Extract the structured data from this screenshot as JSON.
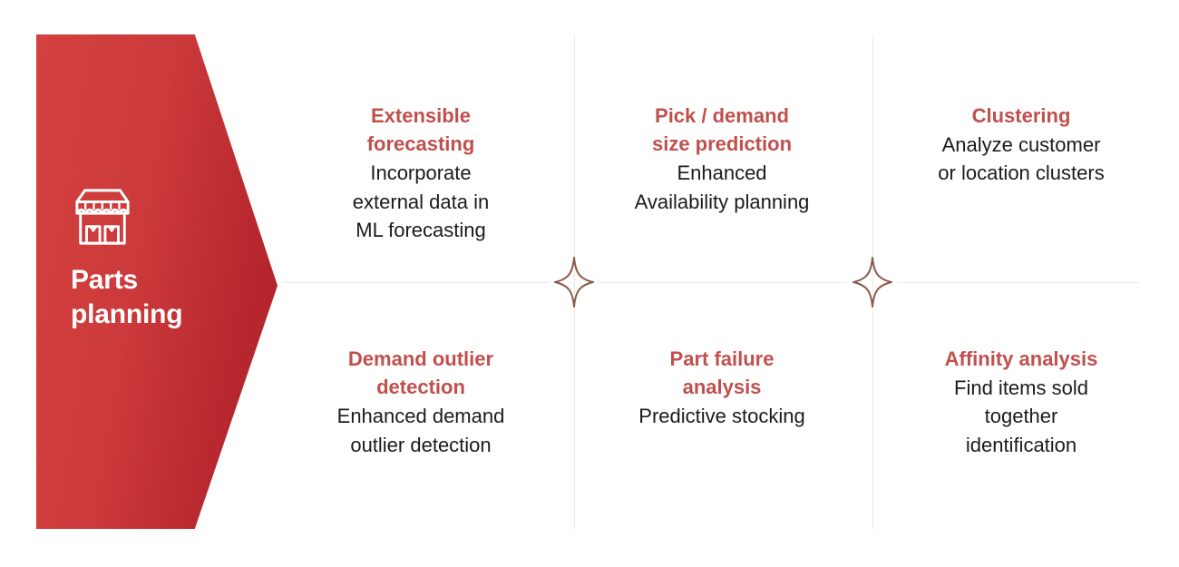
{
  "colors": {
    "accent_red": "#C0504D",
    "block_red_light": "#D4403F",
    "block_red_dark": "#AF2028",
    "body_text": "#1b1b1b",
    "divider": "#e9e9ea",
    "sparkle": "#8a5a4a",
    "background": "#ffffff"
  },
  "arrow_block": {
    "icon_name": "storefront-icon",
    "title": "Parts\nplanning"
  },
  "sparkles": [
    {
      "name": "sparkle-icon-left"
    },
    {
      "name": "sparkle-icon-right"
    }
  ],
  "cells": [
    {
      "id": "extensible-forecasting",
      "row": 1,
      "column": 1,
      "heading": "Extensible\nforecasting",
      "body": "Incorporate\nexternal data in\nML forecasting"
    },
    {
      "id": "pick-demand-size-prediction",
      "row": 1,
      "column": 2,
      "heading": "Pick / demand\nsize prediction",
      "body": "Enhanced\nAvailability planning"
    },
    {
      "id": "clustering",
      "row": 1,
      "column": 3,
      "heading": "Clustering",
      "body": "Analyze customer\nor location clusters"
    },
    {
      "id": "demand-outlier-detection",
      "row": 2,
      "column": 1,
      "heading": "Demand outlier\ndetection",
      "body": "Enhanced demand\noutlier detection"
    },
    {
      "id": "part-failure-analysis",
      "row": 2,
      "column": 2,
      "heading": "Part failure\nanalysis",
      "body": "Predictive stocking"
    },
    {
      "id": "affinity-analysis",
      "row": 2,
      "column": 3,
      "heading": "Affinity analysis",
      "body": "Find items sold\ntogether\nidentification"
    }
  ]
}
